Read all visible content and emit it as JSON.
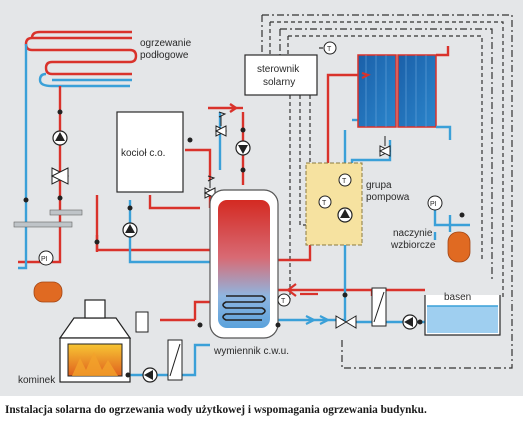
{
  "diagram": {
    "colors": {
      "background": "#e4e6e8",
      "hot_pipe": "#d9322b",
      "cold_pipe": "#3aa0d8",
      "vessel": "#e06a22",
      "panel": "#1f6fb8",
      "control_line": "#333333",
      "pump_group_box": "#f6e2a0"
    },
    "labels": {
      "floor_heating": [
        "ogrzewanie",
        "podłogowe"
      ],
      "boiler": "kocioł c.o.",
      "solar_controller": [
        "sterownik",
        "solarny"
      ],
      "pump_group": [
        "grupa",
        "pompowa"
      ],
      "expansion_vessel": [
        "naczynie",
        "wzbiorcze"
      ],
      "pool": "basen",
      "dhw_tank": "wymiennik c.w.u.",
      "fireplace": "kominek"
    },
    "symbols": {
      "pressure_gauge": "PI",
      "temperature_sensor": "T"
    }
  },
  "caption": "Instalacja solarna do ogrzewania wody użytkowej i wspomagania ogrzewania budynku."
}
